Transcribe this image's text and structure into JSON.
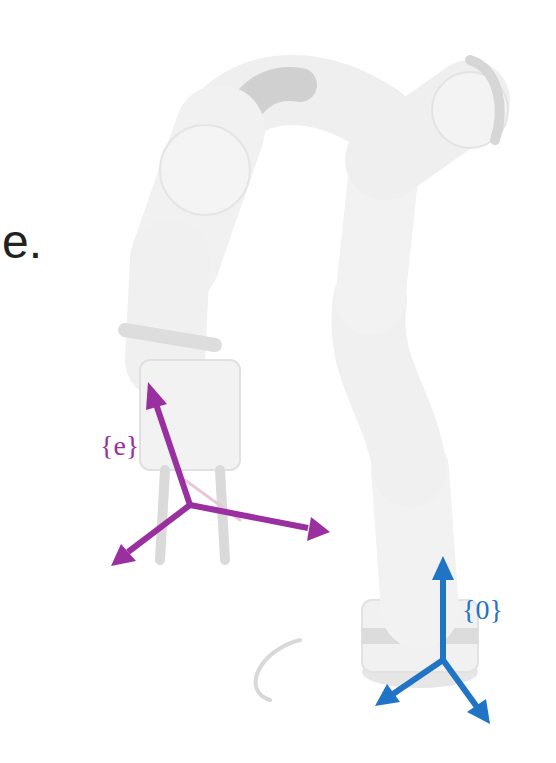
{
  "diagram": {
    "labels": [
      "e.",
      "{e}",
      "{0}"
    ]
  }
}
